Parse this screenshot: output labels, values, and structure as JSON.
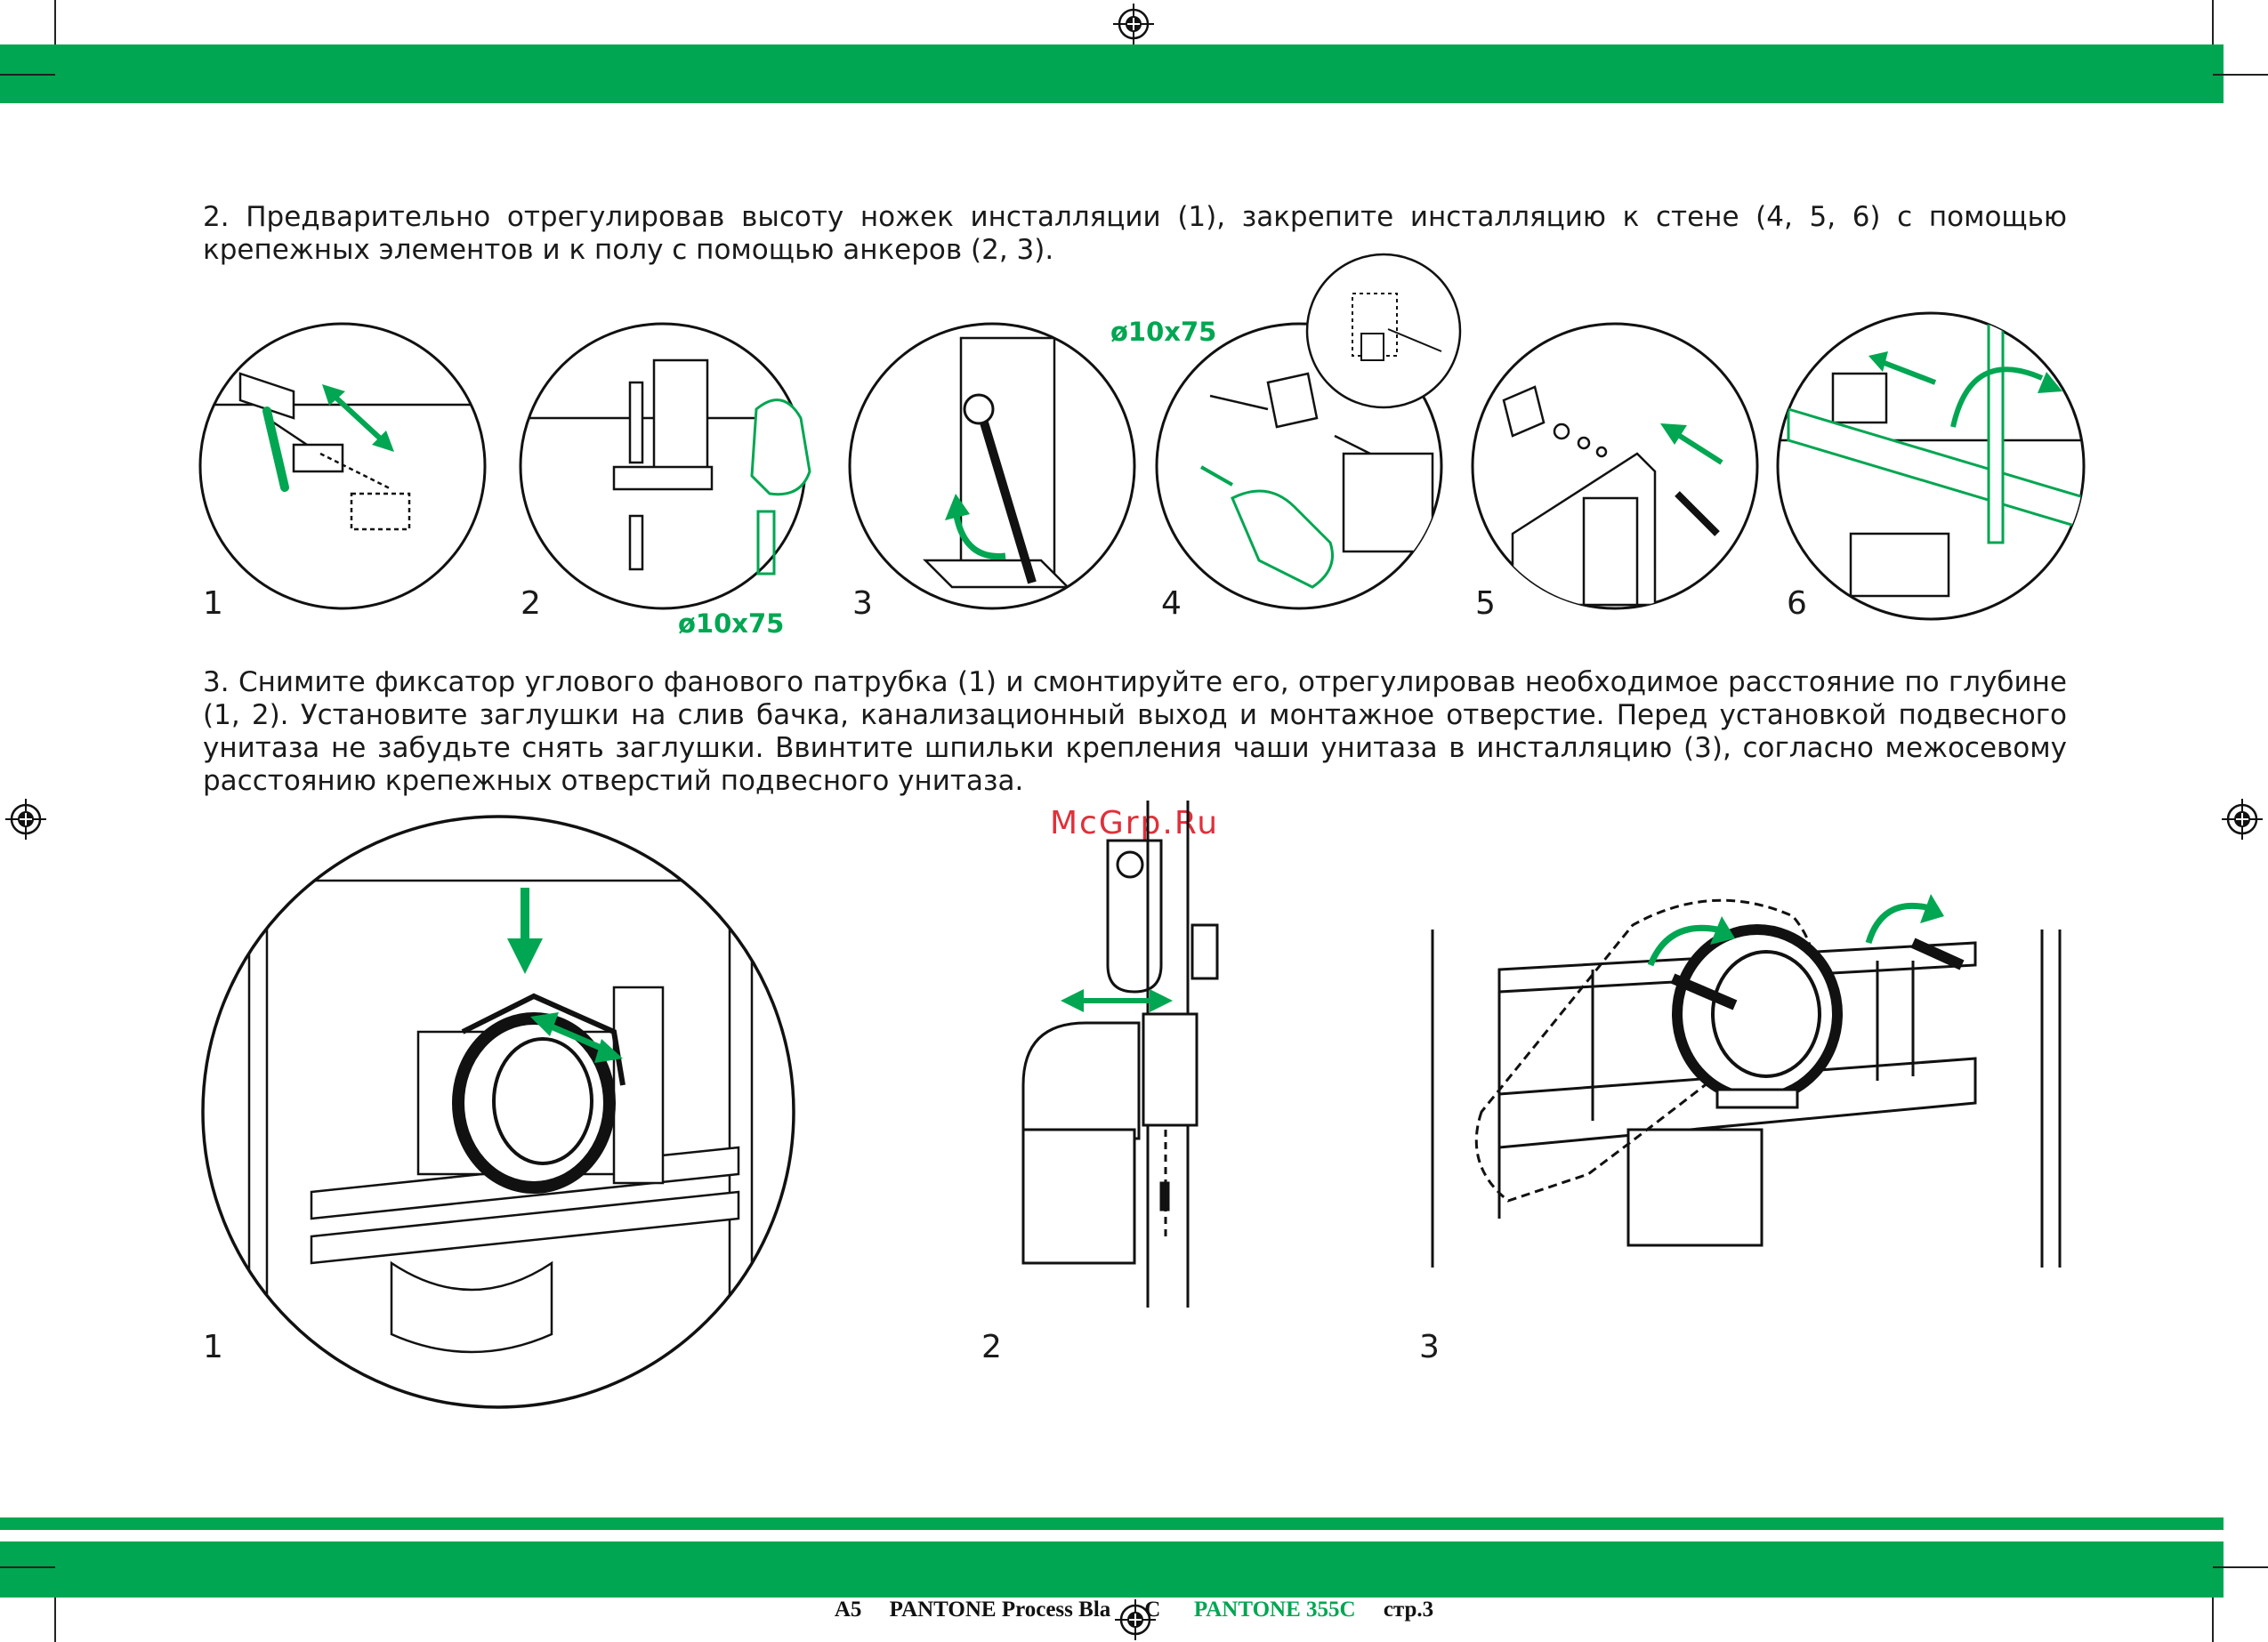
{
  "step2": {
    "text": "2. Предварительно отрегулировав высоту ножек инсталляции (1), закрепите инсталляцию к стене (4, 5, 6) с помощью крепежных элементов и к полу с помощью анкеров (2, 3).",
    "figures": [
      "1",
      "2",
      "3",
      "4",
      "5",
      "6"
    ],
    "dimension_label": "ø10x75"
  },
  "step3": {
    "text": "3. Снимите фиксатор углового фанового патрубка (1) и смонтируйте его, отрегулировав необходимое расстояние по глубине (1, 2). Установите заглушки на слив бачка, канализационный выход и монтажное отверстие. Перед установкой подвесного унитаза не забудьте снять заглушки. Ввинтите шпильки крепления чаши унитаза в инсталляцию (3), согласно межосевому расстоянию крепежных отверстий подвесного унитаза.",
    "figures": [
      "1",
      "2",
      "3"
    ]
  },
  "watermark": "McGrp.Ru",
  "footer": {
    "format": "A5",
    "color1": "PANTONE Process Bla",
    "color1_tail": "C",
    "color2": "PANTONE 355C",
    "page": "стр.3"
  },
  "colors": {
    "accent": "#00a651",
    "watermark": "#e0303a",
    "ink": "#1a1a1a"
  }
}
